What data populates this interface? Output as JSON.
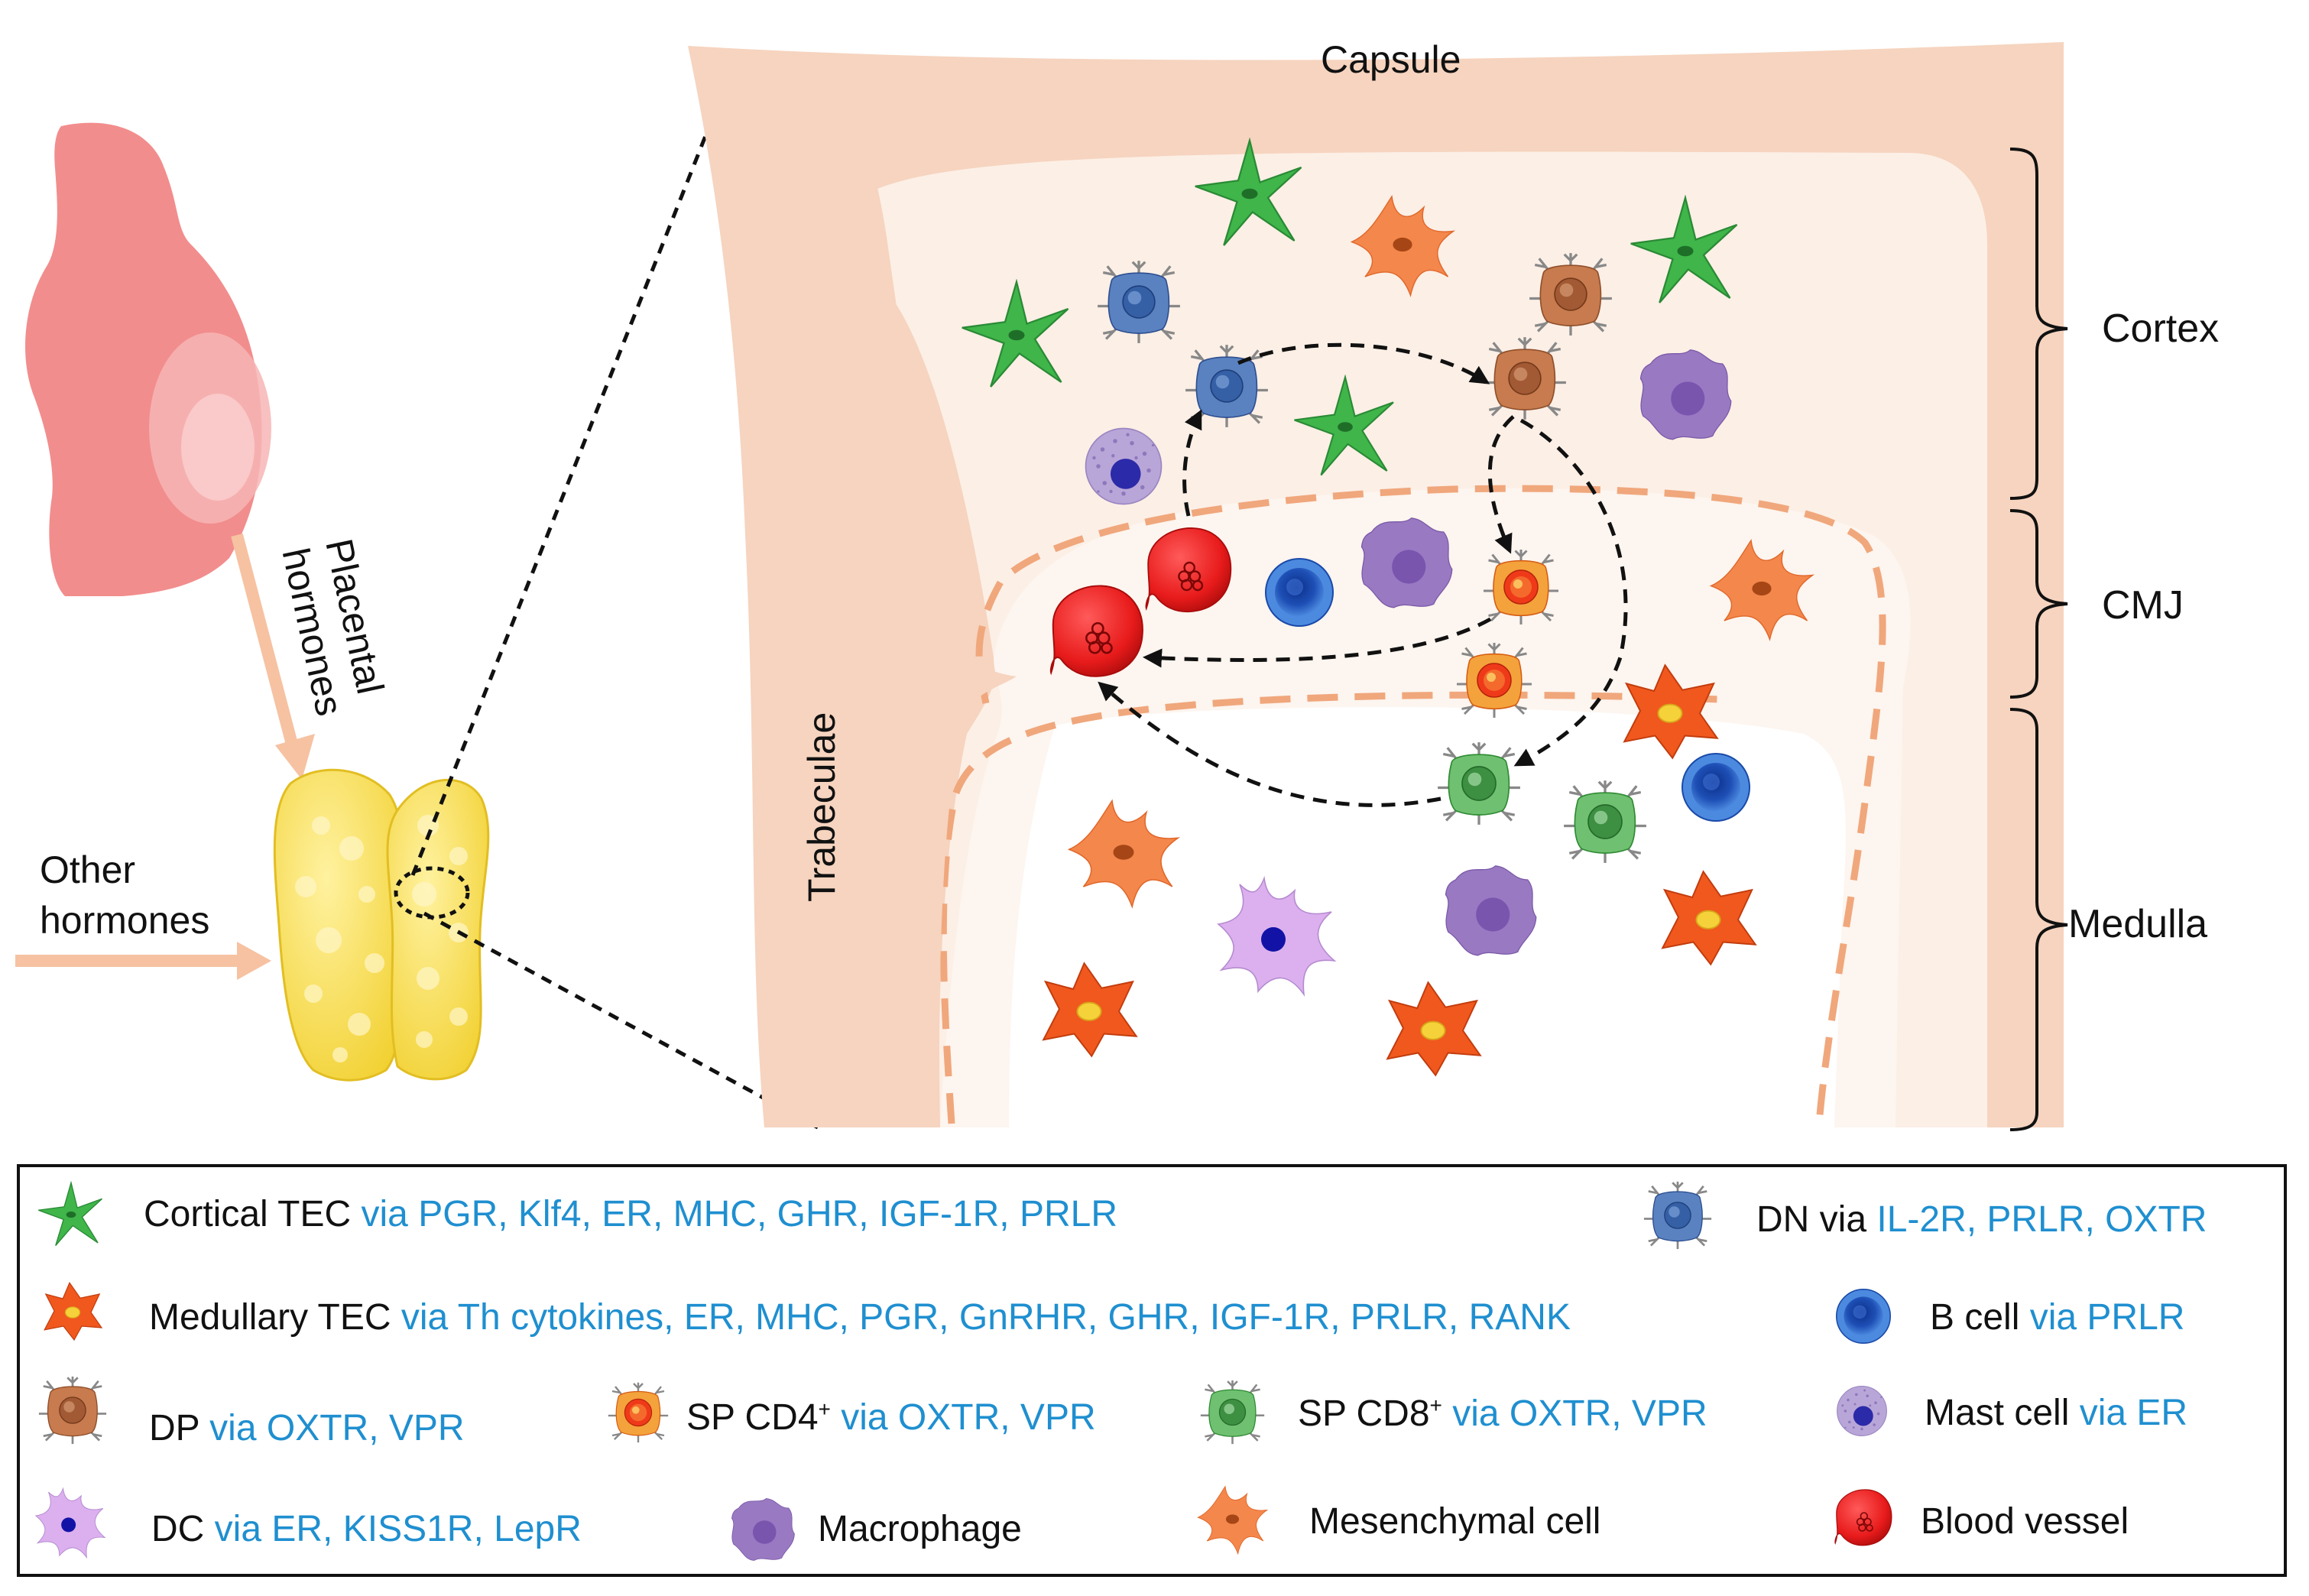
{
  "labels": {
    "capsule": "Capsule",
    "trabeculae": "Trabeculae",
    "placental": [
      "Placental",
      "hormones"
    ],
    "other": [
      "Other",
      "hormones"
    ],
    "cortex": "Cortex",
    "cmj": "CMJ",
    "medulla": "Medulla"
  },
  "legend": [
    {
      "icon": "cortical-tec-icon",
      "name": "Cortical TEC ",
      "receptors": "via PGR, Klf4, ER,  MHC, GHR, IGF-1R, PRLR"
    },
    {
      "icon": "dn-cell-icon",
      "name": "DN via ",
      "receptors": "IL-2R, PRLR, OXTR"
    },
    {
      "icon": "medullary-tec-icon",
      "name": "Medullary TEC ",
      "receptors": "via Th cytokines, ER, MHC, PGR, GnRHR, GHR, IGF-1R, PRLR,  RANK"
    },
    {
      "icon": "b-cell-icon",
      "name": "B cell ",
      "receptors": "via PRLR"
    },
    {
      "icon": "dp-cell-icon",
      "name": "DP ",
      "receptors": "via OXTR, VPR"
    },
    {
      "icon": "sp-cd4-icon",
      "name": "SP  CD4",
      "sup": "+",
      "receptors": " via OXTR, VPR"
    },
    {
      "icon": "sp-cd8-icon",
      "name": "SP  CD8",
      "sup": "+",
      "receptors": " via OXTR, VPR"
    },
    {
      "icon": "mast-cell-icon",
      "name": "Mast cell ",
      "receptors": "via ER"
    },
    {
      "icon": "dc-icon",
      "name": "DC ",
      "receptors": "via ER,  KISS1R,  LepR"
    },
    {
      "icon": "macrophage-icon",
      "name": "Macrophage",
      "receptors": ""
    },
    {
      "icon": "mesenchymal-cell-icon",
      "name": "Mesenchymal   cell",
      "receptors": ""
    },
    {
      "icon": "blood-vessel-icon",
      "name": "Blood vessel",
      "receptors": ""
    }
  ],
  "colors": {
    "receptor_text": "#1f8fd0",
    "tissue": "#f6d4bf",
    "tissue_light": "#fcefe6",
    "cortical_tec": "#3fb54a",
    "medullary_tec": "#f0581e",
    "mesenchymal": "#f4874b",
    "macrophage": "#9a79c3",
    "blood": "#e81b1b",
    "dn": "#5a82c0",
    "dp": "#c77b4e",
    "sp_cd4": "#f27a2a",
    "sp_cd8": "#4ea24f",
    "b_cell": "#1e5ec8",
    "mast": "#b9a6d8",
    "dc": "#dcb0ee",
    "thymus": "#f7dd47",
    "arrow": "#f6c2a2",
    "mother": "#f28d8d"
  }
}
